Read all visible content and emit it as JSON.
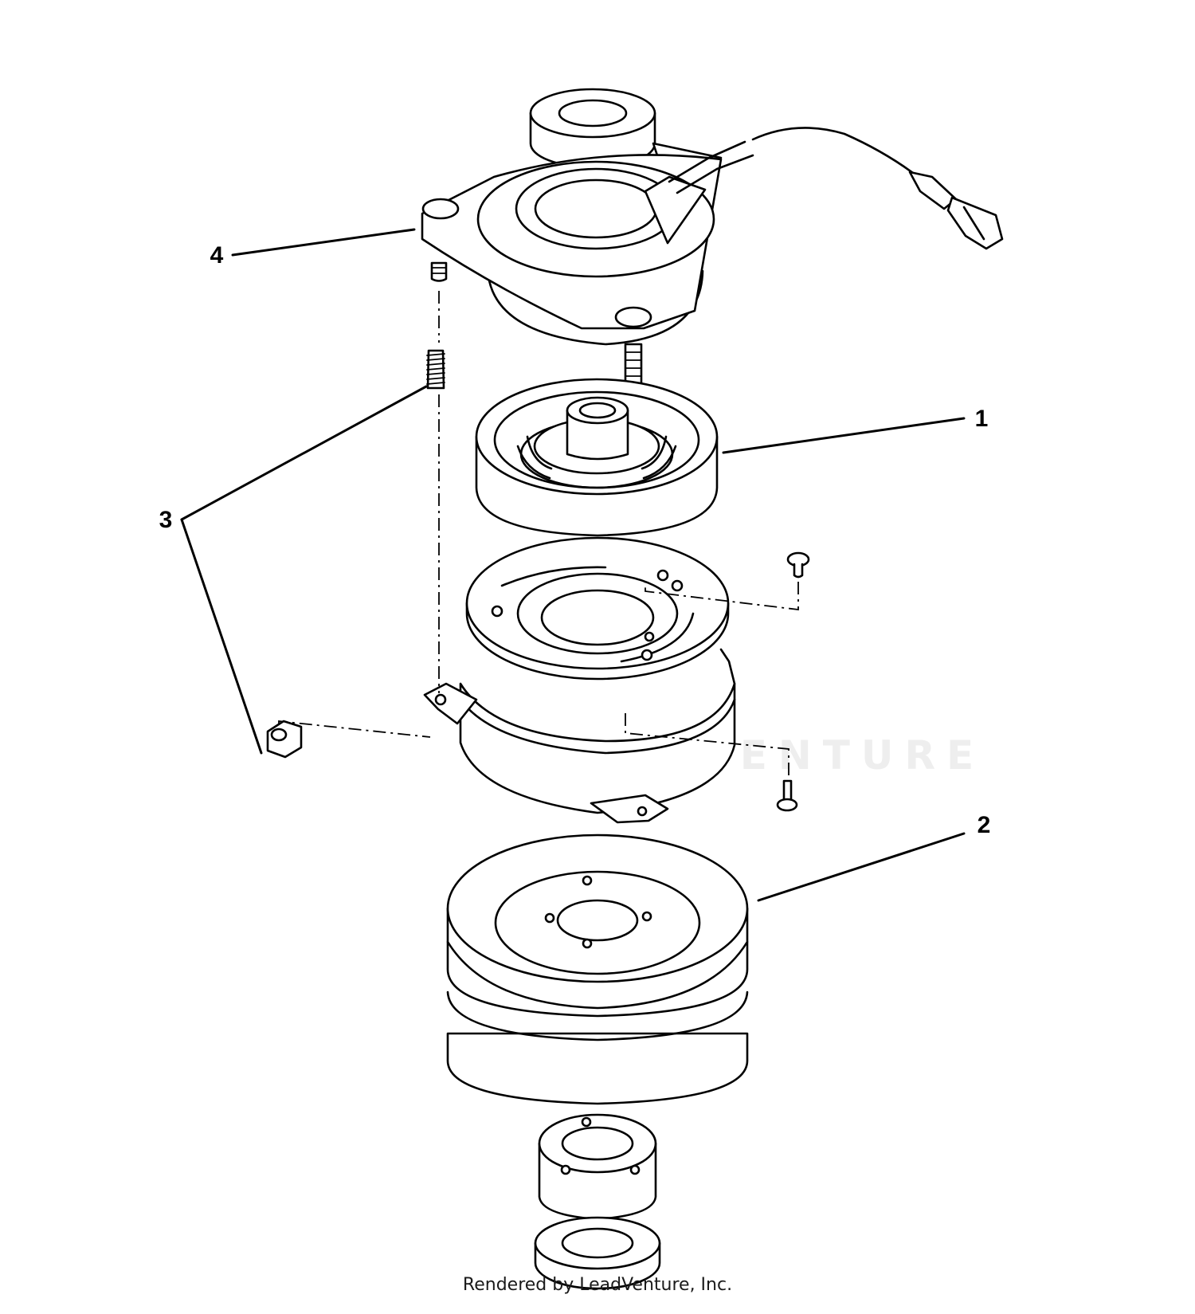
{
  "callouts": {
    "c1": "1",
    "c2": "2",
    "c3": "3",
    "c4": "4"
  },
  "watermark": "LEADVENTURE",
  "footer": "Rendered by LeadVenture, Inc.",
  "colors": {
    "line": "#000000",
    "background": "#ffffff",
    "watermark": "#eeeeee"
  }
}
